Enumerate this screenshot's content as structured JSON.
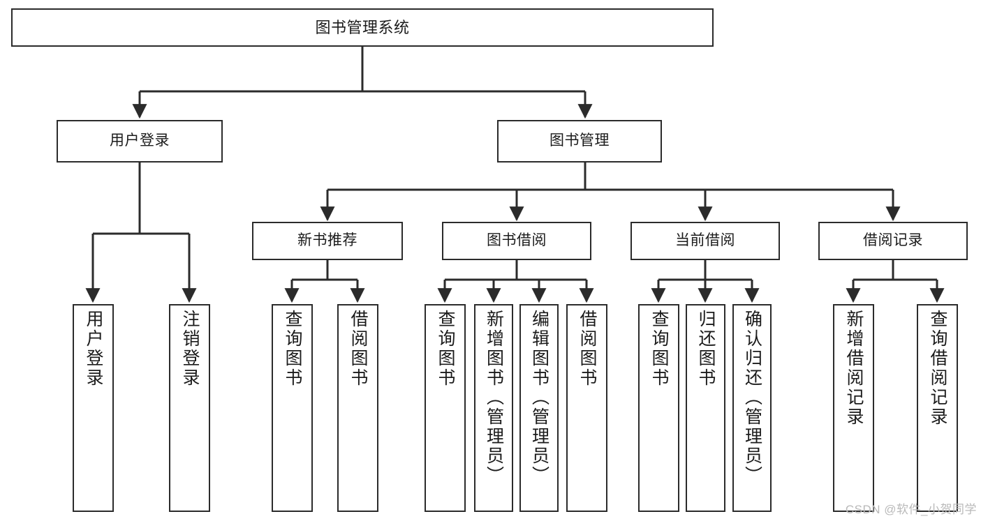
{
  "diagram": {
    "title": "图书管理系统",
    "watermark": "CSDN @软件_小贺同学",
    "colors": {
      "stroke": "#2b2b2b",
      "fill": "#ffffff",
      "text": "#1b1b1b",
      "watermark": "#b9b9b9"
    },
    "nodes": {
      "root": "图书管理系统",
      "tier1": {
        "user_login": "用户登录",
        "book_management": "图书管理"
      },
      "tier2": {
        "new_book_recommend": "新书推荐",
        "book_borrow": "图书借阅",
        "current_borrow": "当前借阅",
        "borrow_record": "借阅记录"
      },
      "leaves": {
        "user_login_1": "用户登录",
        "user_login_2": "注销登录",
        "recommend_1": "查询图书",
        "recommend_2": "借阅图书",
        "borrow_1": "查询图书",
        "borrow_2": "新增图书（管理员）",
        "borrow_3": "编辑图书（管理员）",
        "borrow_4": "借阅图书",
        "current_1": "查询图书",
        "current_2": "归还图书",
        "current_3": "确认归还（管理员）",
        "record_1": "新增借阅记录",
        "record_2": "查询借阅记录"
      }
    }
  }
}
